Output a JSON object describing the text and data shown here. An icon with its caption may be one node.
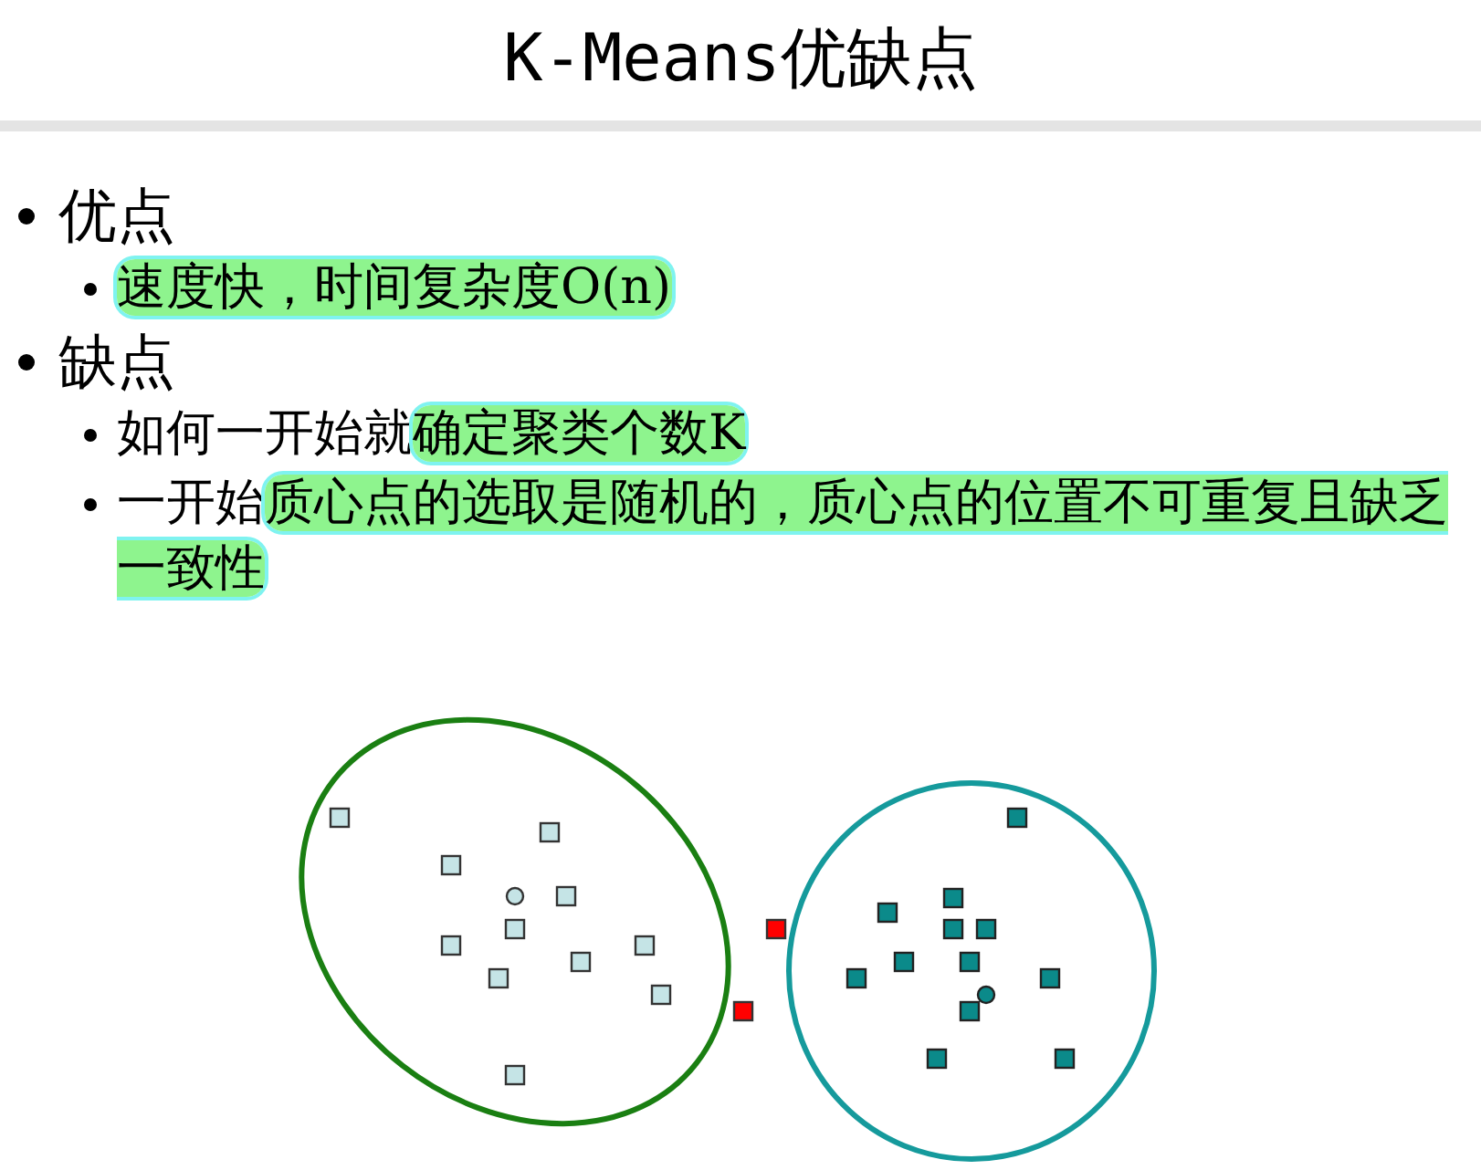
{
  "diagram": {
    "title": "K-Means优缺点",
    "labels": [
      "优点",
      "速度快，时间复杂度O(n)",
      "缺点",
      "如何一开始就确定聚类个数K",
      "一开始质心点的选取是随机的，质心点的位置不可重复且缺乏一致性"
    ]
  }
}
